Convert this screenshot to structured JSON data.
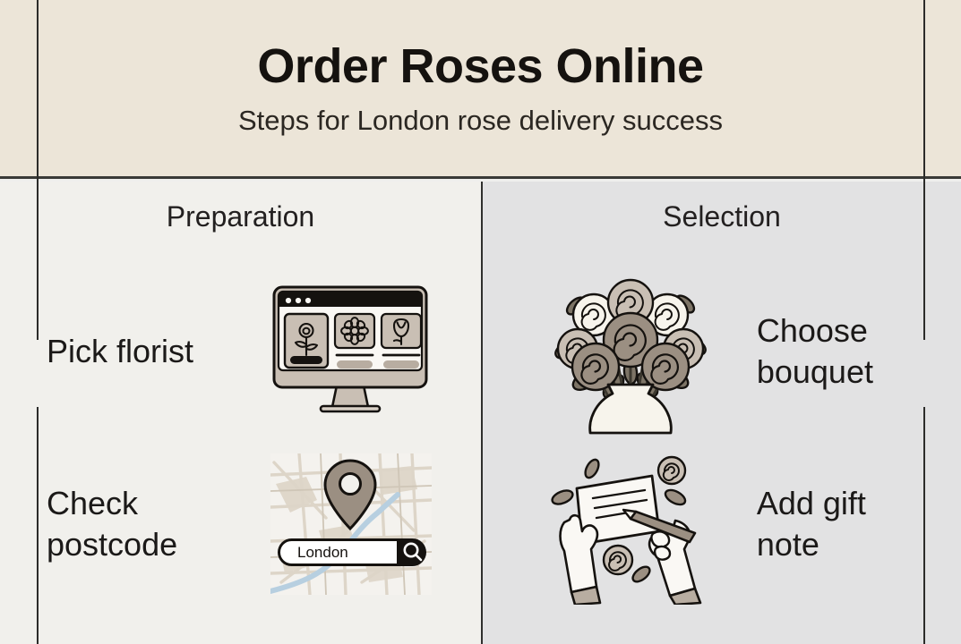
{
  "header": {
    "title": "Order Roses Online",
    "subtitle": "Steps for London rose delivery success"
  },
  "columns": [
    {
      "heading": "Preparation",
      "steps": [
        {
          "label_line1": "Pick florist",
          "label_line2": "",
          "art": "florist-website-monitor-illustration"
        },
        {
          "label_line1": "Check",
          "label_line2": "postcode",
          "art": "map-location-pin-search-illustration"
        }
      ]
    },
    {
      "heading": "Selection",
      "steps": [
        {
          "label_line1": "Choose",
          "label_line2": "bouquet",
          "art": "rose-bouquet-vase-illustration"
        },
        {
          "label_line1": "Add gift",
          "label_line2": "note",
          "art": "hands-writing-gift-note-illustration"
        }
      ]
    }
  ],
  "illustrations": {
    "monitor": {
      "search_card_labels": [
        "rose-icon",
        "daisy-icon",
        "tulip-icon"
      ]
    },
    "map": {
      "search_value": "London",
      "search_icon": "magnifier-icon",
      "pin_icon": "map-pin-icon"
    }
  },
  "colors": {
    "header_bg": "#ece5d8",
    "left_panel_bg": "#f1f0ec",
    "right_panel_bg": "#e2e2e3",
    "rule": "#2c2c2a",
    "ink": "#1b1918",
    "taupe": "#9b8f82",
    "taupe_light": "#c9bfb4",
    "cream": "#f7f4ec"
  }
}
